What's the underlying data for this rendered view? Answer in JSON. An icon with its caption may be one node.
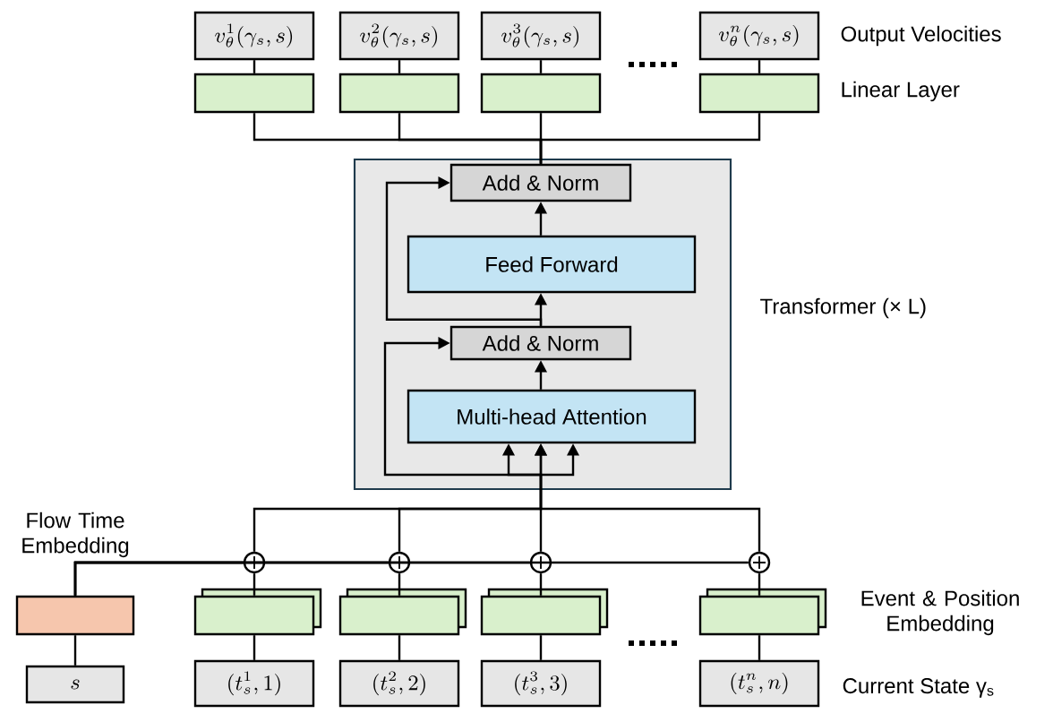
{
  "diagram": {
    "nodes": [
      {
        "text": [
          "v_\\theta^{1}(\\gamma_s,s)"
        ]
      },
      {
        "text": [
          "v_\\theta^{2}(\\gamma_s,s)"
        ]
      },
      {
        "text": [
          "v_\\theta^{3}(\\gamma_s,s)"
        ]
      },
      {
        "text": [
          "v_\\theta^{n}(\\gamma_s,s)"
        ]
      },
      {
        "text": [],
        "shape": "box"
      },
      {
        "text": [],
        "shape": "box"
      },
      {
        "text": [],
        "shape": "box"
      },
      {
        "text": [],
        "shape": "box"
      },
      {
        "text": [
          "Transformer (× L)"
        ]
      },
      {
        "text": [
          "Add & Norm"
        ],
        "in": 8
      },
      {
        "text": [
          "Feed Forward"
        ],
        "in": 8
      },
      {
        "text": [
          "Add & Norm"
        ],
        "in": 8
      },
      {
        "text": [
          "Multi-head Attention"
        ],
        "in": 8
      },
      {
        "text": [],
        "shape": "circle"
      },
      {
        "text": [],
        "shape": "circle"
      },
      {
        "text": [],
        "shape": "circle"
      },
      {
        "text": [],
        "shape": "circle"
      },
      {
        "text": [],
        "shape": "box",
        "beside": [
          "Flow Time Embedding"
        ]
      },
      {
        "text": [],
        "shape": "box"
      },
      {
        "text": [],
        "shape": "box"
      },
      {
        "text": [],
        "shape": "box"
      },
      {
        "text": [],
        "shape": "box"
      },
      {
        "text": [
          "s"
        ]
      },
      {
        "text": [
          "(t_s^{1},1)"
        ]
      },
      {
        "text": [
          "(t_s^{2},2)"
        ]
      },
      {
        "text": [
          "(t_s^{3},3)"
        ]
      },
      {
        "text": [
          "(t_s^{n},n)"
        ]
      }
    ],
    "edges": [
      {
        "from": 4,
        "to": 0,
        "arrow": "none"
      },
      {
        "from": 5,
        "to": 1,
        "arrow": "none"
      },
      {
        "from": 6,
        "to": 2,
        "arrow": "none"
      },
      {
        "from": 7,
        "to": 3,
        "arrow": "none"
      },
      {
        "from": 9,
        "to": 4,
        "arrow": "none"
      },
      {
        "from": 9,
        "to": 5,
        "arrow": "none"
      },
      {
        "from": 9,
        "to": 6,
        "arrow": "none"
      },
      {
        "from": 9,
        "to": 7,
        "arrow": "none"
      },
      {
        "from": 10,
        "to": 9,
        "arrow": "to"
      },
      {
        "from": 11,
        "to": 10,
        "arrow": "to"
      },
      {
        "from": 12,
        "to": 11,
        "arrow": "to"
      },
      {
        "from": 11,
        "to": 9,
        "arrow": "to"
      },
      {
        "from": 13,
        "to": 12,
        "arrow": "to"
      },
      {
        "from": 14,
        "to": 12,
        "arrow": "to"
      },
      {
        "from": 15,
        "to": 12,
        "arrow": "to"
      },
      {
        "from": 16,
        "to": 12,
        "arrow": "to"
      },
      {
        "from": null,
        "to": 11,
        "arrow": "to"
      },
      {
        "from": 17,
        "to": 13,
        "arrow": "none"
      },
      {
        "from": 17,
        "to": 14,
        "arrow": "none"
      },
      {
        "from": 17,
        "to": 15,
        "arrow": "none"
      },
      {
        "from": 17,
        "to": 16,
        "arrow": "none"
      },
      {
        "from": 18,
        "to": 13,
        "arrow": "none"
      },
      {
        "from": 19,
        "to": 14,
        "arrow": "none"
      },
      {
        "from": 20,
        "to": 15,
        "arrow": "none"
      },
      {
        "from": 21,
        "to": 16,
        "arrow": "none"
      },
      {
        "from": 22,
        "to": 17,
        "arrow": "none"
      },
      {
        "from": 23,
        "to": 18,
        "arrow": "none"
      },
      {
        "from": 24,
        "to": 19,
        "arrow": "none"
      },
      {
        "from": 25,
        "to": 20,
        "arrow": "none"
      },
      {
        "from": 26,
        "to": 21,
        "arrow": "none"
      }
    ],
    "labels": [
      "Output Velocities",
      "Linear Layer",
      "Event & Position Embedding",
      "Current State γ$_{s}$"
    ]
  }
}
